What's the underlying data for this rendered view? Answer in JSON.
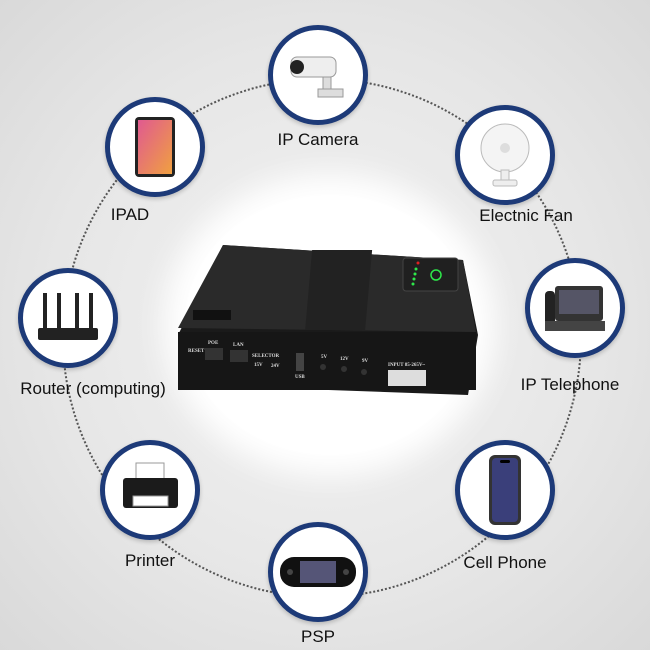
{
  "center_device": {
    "ports": {
      "reset": "RESET",
      "poe": "POE",
      "lan": "LAN",
      "selector": "SELECTOR",
      "v15": "15V",
      "v24": "24V",
      "usb": "USB",
      "out5": "5V",
      "out12": "12V",
      "out9": "9V",
      "input": "INPUT 85-265V~"
    },
    "led_color": "#2ee84a",
    "power_led_color": "#e02020"
  },
  "devices": [
    {
      "label": "IP Camera",
      "icon": "ip-camera-icon"
    },
    {
      "label": "IPAD",
      "icon": "tablet-icon"
    },
    {
      "label": "Electnic Fan",
      "icon": "fan-icon"
    },
    {
      "label": "Router (computing)",
      "icon": "router-icon"
    },
    {
      "label": "IP Telephone",
      "icon": "ip-phone-icon"
    },
    {
      "label": "Printer",
      "icon": "printer-icon"
    },
    {
      "label": "Cell Phone",
      "icon": "cell-phone-icon"
    },
    {
      "label": "PSP",
      "icon": "psp-icon"
    }
  ],
  "colors": {
    "ring_border": "#1d3a78"
  }
}
